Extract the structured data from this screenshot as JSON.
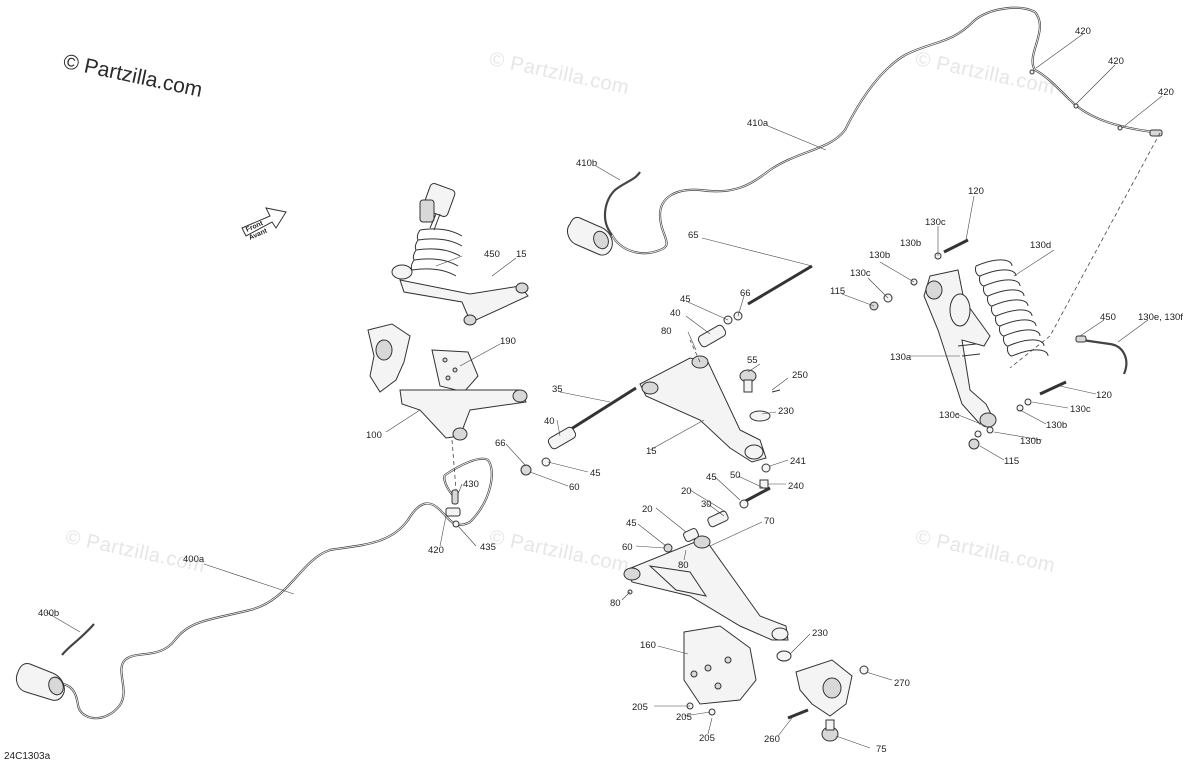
{
  "copyright": "© Partzilla.com",
  "watermark_text": "© Partzilla.com",
  "diagram_id": "24C1303a",
  "front_arrow": {
    "line1": "Front",
    "line2": "Avant"
  },
  "callouts": {
    "c420a": "420",
    "c420b": "420",
    "c420c": "420",
    "c410a": "410a",
    "c410b": "410b",
    "c65": "65",
    "c120a": "120",
    "c130c_a": "130c",
    "c130b_a": "130b",
    "c130d": "130d",
    "c130b_b": "130b",
    "c130c_b": "130c",
    "c115a": "115",
    "c45a": "45",
    "c66a": "66",
    "c40a": "40",
    "c80a": "80",
    "c55": "55",
    "c250": "250",
    "c230a": "230",
    "c450a": "450",
    "c15a": "15",
    "c190": "190",
    "c100": "100",
    "c35": "35",
    "c40b": "40",
    "c15b": "15",
    "c66b": "66",
    "c45b": "45",
    "c60a": "60",
    "c241": "241",
    "c240": "240",
    "c430": "430",
    "c420d": "420",
    "c435": "435",
    "c45c": "45",
    "c50": "50",
    "c20a": "20",
    "c30": "30",
    "c20b": "20",
    "c70": "70",
    "c45d": "45",
    "c60b": "60",
    "c80b": "80",
    "c80c": "80",
    "c230b": "230",
    "c160": "160",
    "c270": "270",
    "c205a": "205",
    "c205b": "205",
    "c205c": "205",
    "c260": "260",
    "c75": "75",
    "c400a": "400a",
    "c400b": "400b",
    "c130a": "130a",
    "c450b": "450",
    "c130ef": "130e, 130f",
    "c120b": "120",
    "c130c_c": "130c",
    "c130c_d": "130c",
    "c130b_c": "130b",
    "c130b_d": "130b",
    "c115b": "115"
  }
}
